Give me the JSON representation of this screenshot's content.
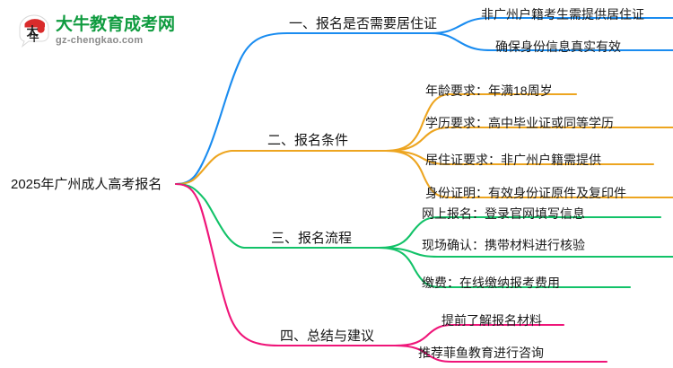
{
  "logo": {
    "icon_name": "speech-bubble-logo-icon",
    "title": "大牛教育成考网",
    "url": "gz-chengkao.com",
    "title_color": "#0f9b3f",
    "url_color": "#8a8a8a",
    "mark_red": "#d92b2b"
  },
  "mindmap": {
    "root": {
      "label": "2025年广州成人高考报名"
    },
    "branches": [
      {
        "label": "一、报名是否需要居住证",
        "color": "#1a8cf0",
        "children": [
          {
            "label": "非广州户籍考生需提供居住证"
          },
          {
            "label": "确保身份信息真实有效"
          }
        ]
      },
      {
        "label": "二、报名条件",
        "color": "#eda520",
        "children": [
          {
            "label": "年龄要求：年满18周岁"
          },
          {
            "label": "学历要求：高中毕业证或同等学历"
          },
          {
            "label": "居住证要求：非广州户籍需提供"
          },
          {
            "label": "身份证明：有效身份证原件及复印件"
          }
        ]
      },
      {
        "label": "三、报名流程",
        "color": "#12c268",
        "children": [
          {
            "label": "网上报名：登录官网填写信息"
          },
          {
            "label": "现场确认：携带材料进行核验"
          },
          {
            "label": "缴费：在线缴纳报考费用"
          }
        ]
      },
      {
        "label": "四、总结与建议",
        "color": "#ef1579",
        "children": [
          {
            "label": "提前了解报名材料"
          },
          {
            "label": "推荐菲鱼教育进行咨询"
          }
        ]
      }
    ]
  }
}
